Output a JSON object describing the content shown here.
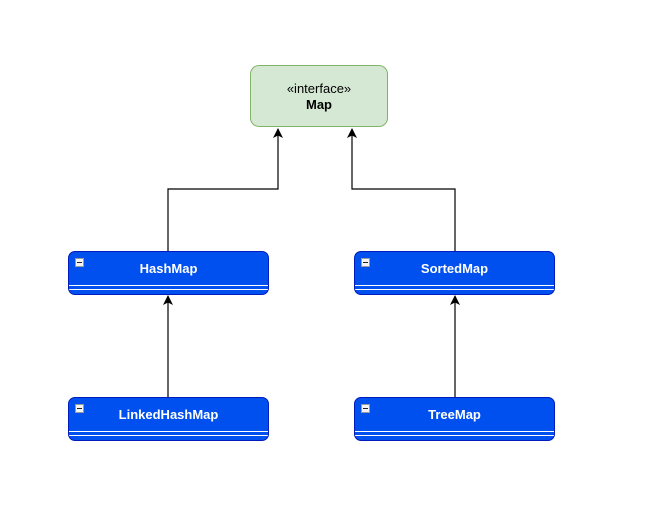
{
  "interface": {
    "stereotype": "«interface»",
    "name": "Map"
  },
  "classes": {
    "hashmap": {
      "name": "HashMap"
    },
    "sortedmap": {
      "name": "SortedMap"
    },
    "linkedhashmap": {
      "name": "LinkedHashMap"
    },
    "treemap": {
      "name": "TreeMap"
    }
  },
  "relations": [
    {
      "from": "HashMap",
      "to": "Map",
      "type": "realization-arrow"
    },
    {
      "from": "SortedMap",
      "to": "Map",
      "type": "realization-arrow"
    },
    {
      "from": "LinkedHashMap",
      "to": "HashMap",
      "type": "inheritance-arrow"
    },
    {
      "from": "TreeMap",
      "to": "SortedMap",
      "type": "inheritance-arrow"
    }
  ],
  "colors": {
    "interface_fill": "#d5e8d4",
    "interface_border": "#82b366",
    "class_fill": "#0050ef",
    "class_border": "#001dbc",
    "class_text": "#ffffff",
    "edge": "#000000"
  }
}
